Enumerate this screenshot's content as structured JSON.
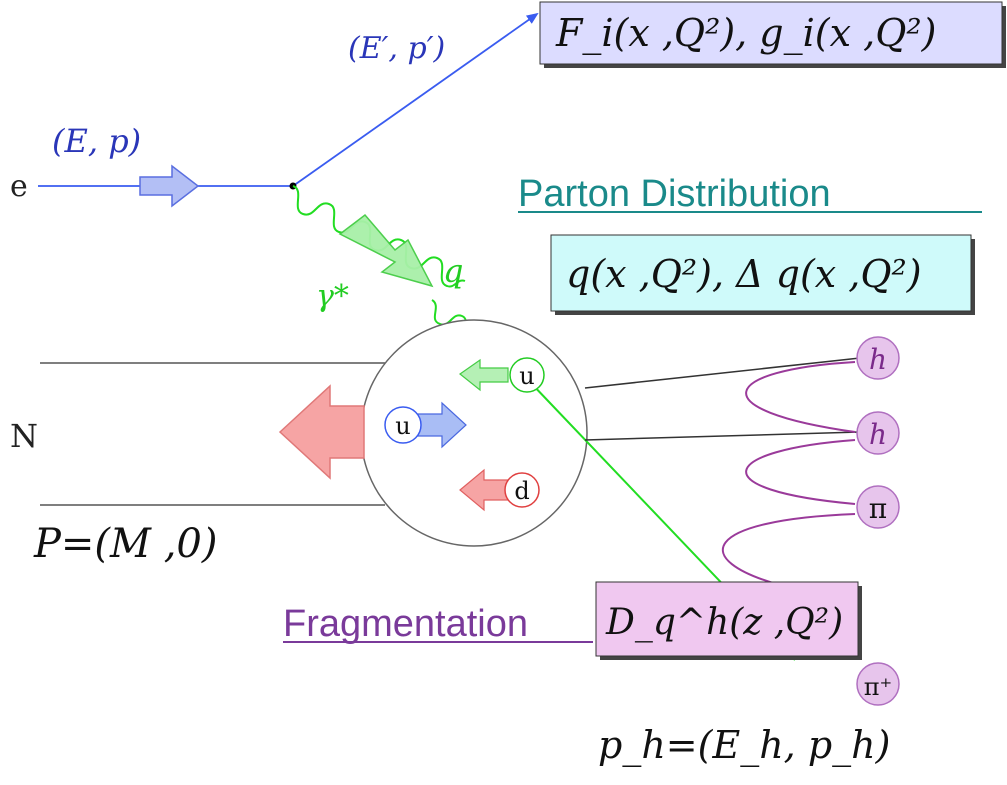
{
  "colors": {
    "lepton_line": "#3a5cf0",
    "photon": "#22dd22",
    "parton_link": "#2fb86a",
    "fragmentation": "#9a3a9a",
    "hadron_fill": "#e7c5ec",
    "structure_box": "#dcdcff",
    "pdf_box": "#cffafa",
    "frag_box": "#f0c8f0",
    "proton_arrow": "#f6a4a4"
  },
  "labels": {
    "electron": "e",
    "incoming_kin": "(E, p)",
    "outgoing_kin": "(E′, p′)",
    "photon": "γ*",
    "photon_q": "q",
    "nucleon": "N",
    "nucleon_kin": "P=(M ,0)",
    "hadron_kin": "p_h=(E_h, p_h)"
  },
  "structure_functions": "F_i(x ,Q²),  g_i(x ,Q²)",
  "parton_distribution": {
    "title": "Parton Distribution",
    "formula": "q(x ,Q²),  Δ q(x ,Q²)"
  },
  "fragmentation": {
    "title": "Fragmentation",
    "formula": "D_q^h(z ,Q²)"
  },
  "quarks": [
    "u",
    "u",
    "d"
  ],
  "hadrons": [
    "h",
    "h",
    "π",
    "π⁺"
  ]
}
